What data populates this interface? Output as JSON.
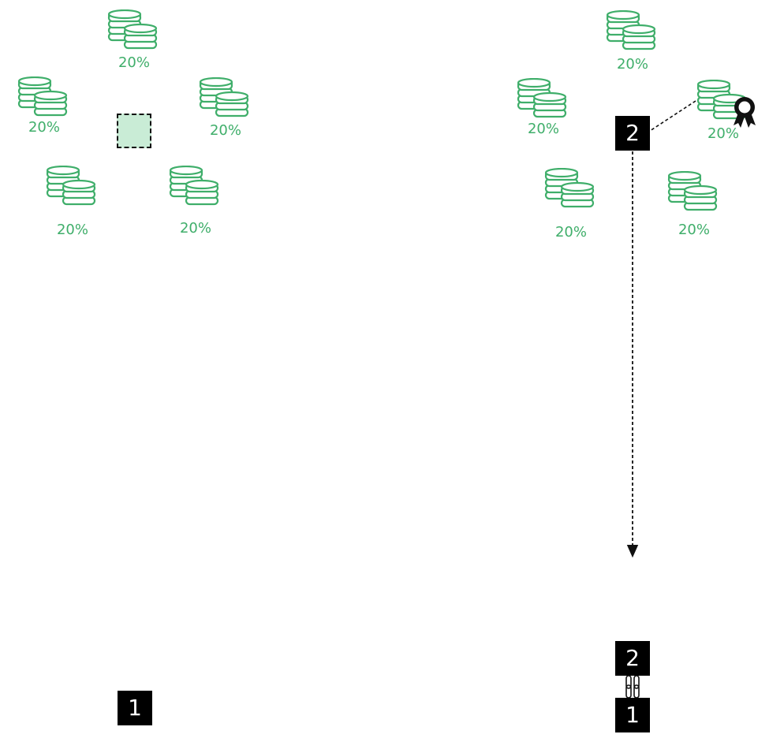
{
  "colors": {
    "stake_green": "#3fae6a",
    "block_fill": "#000000",
    "block_text": "#ffffff",
    "pending_fill": "#c9ecd6"
  },
  "icons": {
    "coins": "coin-stack-icon",
    "winner": "award-ribbon-icon",
    "chain": "chain-link-icon",
    "arrow": "dashed-arrow-down-icon"
  },
  "left_panel": {
    "stakes": [
      {
        "share": "20%"
      },
      {
        "share": "20%"
      },
      {
        "share": "20%"
      },
      {
        "share": "20%"
      },
      {
        "share": "20%"
      }
    ],
    "chain_blocks": [
      {
        "number": "1"
      }
    ]
  },
  "right_panel": {
    "stakes": [
      {
        "share": "20%"
      },
      {
        "share": "20%"
      },
      {
        "share": "20%",
        "winner": true
      },
      {
        "share": "20%"
      },
      {
        "share": "20%"
      }
    ],
    "proposed_block": {
      "number": "2"
    },
    "chain_blocks": [
      {
        "number": "2"
      },
      {
        "number": "1"
      }
    ]
  }
}
